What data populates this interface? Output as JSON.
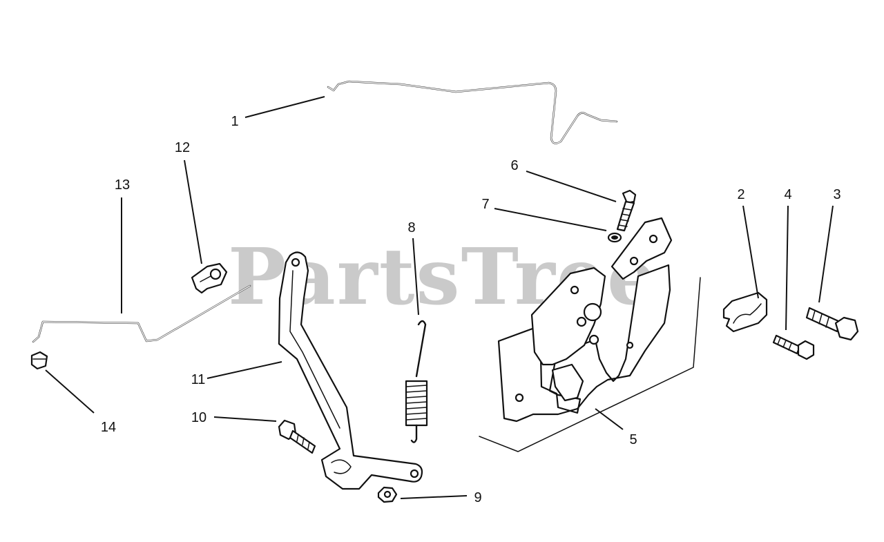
{
  "watermark": "PartsTree",
  "callouts": [
    "1",
    "2",
    "3",
    "4",
    "5",
    "6",
    "7",
    "8",
    "9",
    "10",
    "11",
    "12",
    "13",
    "14"
  ]
}
